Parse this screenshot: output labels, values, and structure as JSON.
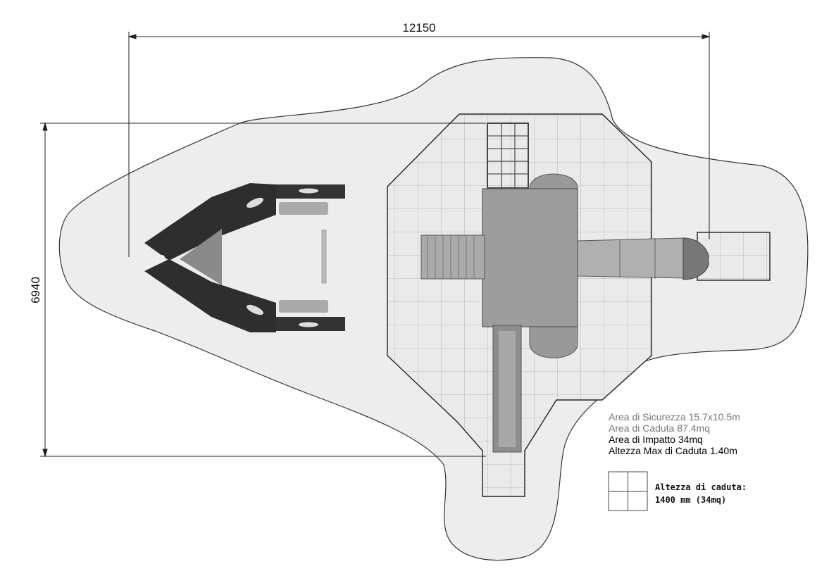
{
  "dimensions": {
    "width_mm": "12150",
    "height_mm": "6940"
  },
  "info": {
    "safety_area": "Area di Sicurezza 15.7x10.5m",
    "fall_area": "Area di Caduta 87.4mq",
    "impact_area": "Area di Impatto  34mq",
    "max_fall_height": "Altezza Max di Caduta 1.40m"
  },
  "legend": {
    "line1": "Altezza di caduta:",
    "line2": "1400 mm (34mq)"
  }
}
